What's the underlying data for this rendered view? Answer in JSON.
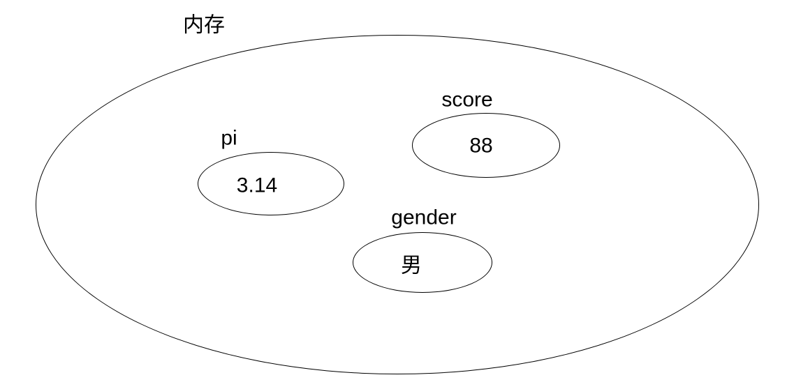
{
  "diagram": {
    "title": "内存",
    "variables": [
      {
        "name": "pi",
        "value": "3.14"
      },
      {
        "name": "score",
        "value": "88"
      },
      {
        "name": "gender",
        "value": "男"
      }
    ]
  },
  "colors": {
    "stroke": "#000000",
    "text": "#000000",
    "background": "#ffffff"
  }
}
